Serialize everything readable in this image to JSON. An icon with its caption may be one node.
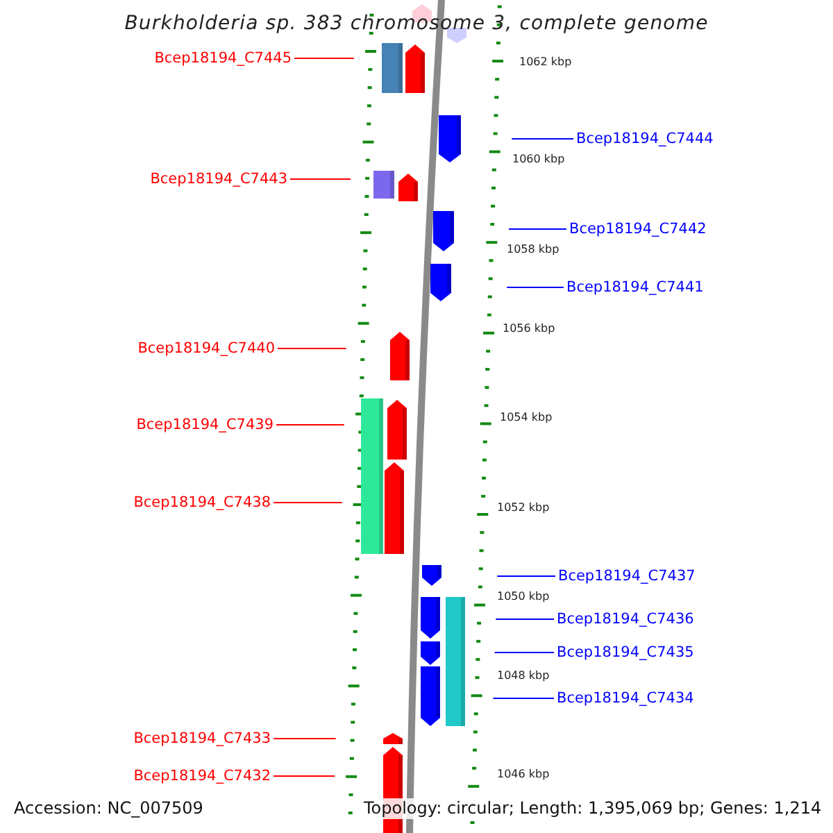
{
  "diagram": {
    "title": "Burkholderia sp. 383 chromosome 3, complete genome",
    "nodes": [
      {
        "text": [
          "Bcep18194_C7445"
        ]
      },
      {
        "text": [
          "Bcep18194_C7444"
        ]
      },
      {
        "text": [
          "Bcep18194_C7443"
        ]
      },
      {
        "text": [
          "Bcep18194_C7442"
        ]
      },
      {
        "text": [
          "Bcep18194_C7441"
        ]
      },
      {
        "text": [
          "Bcep18194_C7440"
        ]
      },
      {
        "text": [
          "Bcep18194_C7439"
        ]
      },
      {
        "text": [
          "Bcep18194_C7438"
        ]
      },
      {
        "text": [
          "Bcep18194_C7437"
        ]
      },
      {
        "text": [
          "Bcep18194_C7436"
        ]
      },
      {
        "text": [
          "Bcep18194_C7435"
        ]
      },
      {
        "text": [
          "Bcep18194_C7434"
        ]
      },
      {
        "text": [
          "Bcep18194_C7433"
        ]
      },
      {
        "text": [
          "Bcep18194_C7432"
        ]
      },
      {
        "text": [],
        "shape": "arrow"
      },
      {
        "text": [],
        "shape": "arrow"
      },
      {
        "text": [],
        "shape": "arrow"
      },
      {
        "text": [],
        "shape": "arrow"
      },
      {
        "text": [],
        "shape": "arrow"
      },
      {
        "text": [],
        "shape": "arrow"
      },
      {
        "text": [],
        "shape": "arrow"
      },
      {
        "text": [],
        "shape": "arrow"
      },
      {
        "text": [],
        "shape": "arrow"
      },
      {
        "text": [],
        "shape": "arrow"
      },
      {
        "text": [],
        "shape": "arrow"
      },
      {
        "text": [],
        "shape": "arrow"
      },
      {
        "text": [],
        "shape": "arrow"
      },
      {
        "text": [],
        "shape": "arrow"
      },
      {
        "text": [],
        "shape": "bar"
      },
      {
        "text": [],
        "shape": "bar"
      },
      {
        "text": [],
        "shape": "bar"
      },
      {
        "text": [],
        "shape": "bar"
      }
    ],
    "edges": [
      {
        "from": 0,
        "to": null,
        "arrow": "none",
        "color": "#ff0000"
      },
      {
        "from": 1,
        "to": null,
        "arrow": "none",
        "color": "#0000ff"
      },
      {
        "from": 2,
        "to": null,
        "arrow": "none",
        "color": "#ff0000"
      },
      {
        "from": 3,
        "to": null,
        "arrow": "none",
        "color": "#0000ff"
      },
      {
        "from": 4,
        "to": null,
        "arrow": "none",
        "color": "#0000ff"
      },
      {
        "from": 5,
        "to": null,
        "arrow": "none",
        "color": "#ff0000"
      },
      {
        "from": 6,
        "to": null,
        "arrow": "none",
        "color": "#ff0000"
      },
      {
        "from": 7,
        "to": null,
        "arrow": "none",
        "color": "#ff0000"
      },
      {
        "from": 8,
        "to": null,
        "arrow": "none",
        "color": "#0000ff"
      },
      {
        "from": 9,
        "to": null,
        "arrow": "none",
        "color": "#0000ff"
      },
      {
        "from": 10,
        "to": null,
        "arrow": "none",
        "color": "#0000ff"
      },
      {
        "from": 11,
        "to": null,
        "arrow": "none",
        "color": "#0000ff"
      },
      {
        "from": 12,
        "to": null,
        "arrow": "none",
        "color": "#ff0000"
      },
      {
        "from": 13,
        "to": null,
        "arrow": "none",
        "color": "#ff0000"
      }
    ],
    "labels": [
      "1062 kbp",
      "1060 kbp",
      "1058 kbp",
      "1056 kbp",
      "1054 kbp",
      "1052 kbp",
      "1050 kbp",
      "1048 kbp",
      "1046 kbp",
      "Accession: NC_007509",
      "Topology: circular; Length: 1,395,069 bp; Genes: 1,214"
    ]
  }
}
